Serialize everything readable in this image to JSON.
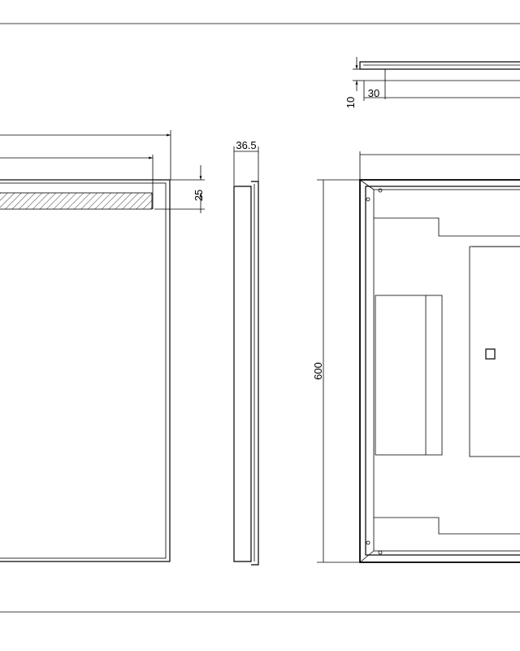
{
  "drawing": {
    "labels": {
      "top_thickness": "10",
      "top_inset": "30",
      "side_depth": "36.5",
      "led_strip_height": "25",
      "back_height": "600"
    }
  }
}
